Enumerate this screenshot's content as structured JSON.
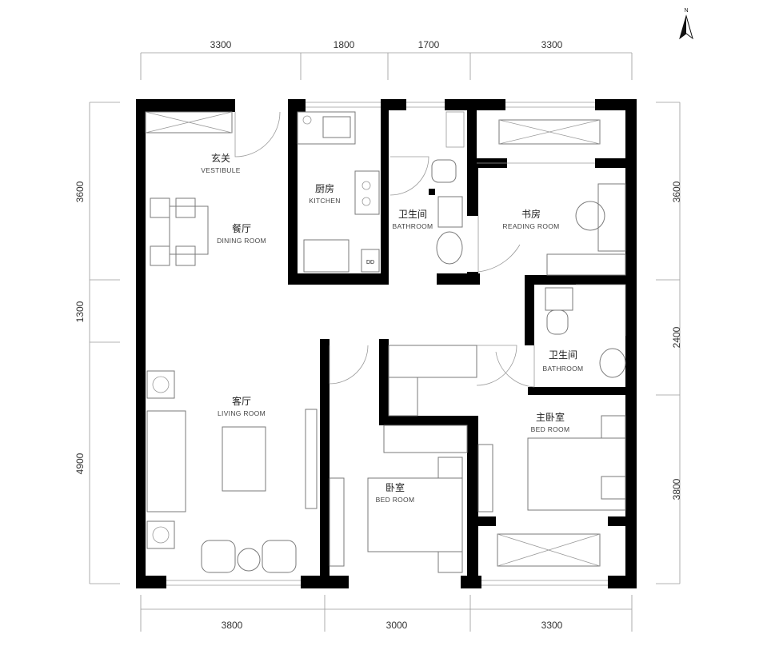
{
  "north": {
    "label": "N",
    "icon": "north-arrow-icon"
  },
  "dimensions": {
    "top": [
      "3300",
      "1800",
      "1700",
      "3300"
    ],
    "bottom": [
      "3800",
      "3000",
      "3300"
    ],
    "left": [
      "3600",
      "1300",
      "4900"
    ],
    "right": [
      "3600",
      "2400",
      "3800"
    ]
  },
  "rooms": [
    {
      "id": "vestibule",
      "cn": "玄关",
      "en": "VESTIBULE"
    },
    {
      "id": "kitchen",
      "cn": "厨房",
      "en": "KITCHEN"
    },
    {
      "id": "bathroom1",
      "cn": "卫生间",
      "en": "BATHROOM"
    },
    {
      "id": "reading",
      "cn": "书房",
      "en": "READING ROOM"
    },
    {
      "id": "dining",
      "cn": "餐厅",
      "en": "DINING ROOM"
    },
    {
      "id": "bathroom2",
      "cn": "卫生间",
      "en": "BATHROOM"
    },
    {
      "id": "living",
      "cn": "客厅",
      "en": "LIVING ROOM"
    },
    {
      "id": "masterbed",
      "cn": "主卧室",
      "en": "BED ROOM"
    },
    {
      "id": "bedroom",
      "cn": "卧室",
      "en": "BED ROOM"
    }
  ]
}
